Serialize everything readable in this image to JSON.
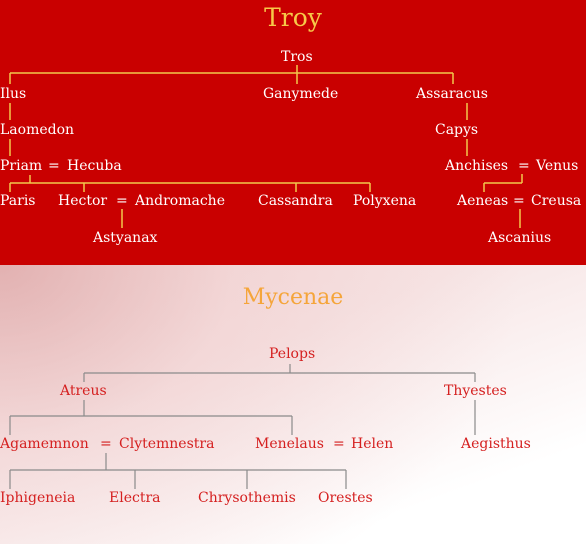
{
  "troy": {
    "title": "Troy",
    "people": {
      "tros": "Tros",
      "ilus": "Ilus",
      "ganymede": "Ganymede",
      "assaracus": "Assaracus",
      "laomedon": "Laomedon",
      "capys": "Capys",
      "priam": "Priam",
      "hecuba": "Hecuba",
      "anchises": "Anchises",
      "venus": "Venus",
      "paris": "Paris",
      "hector": "Hector",
      "andromache": "Andromache",
      "cassandra": "Cassandra",
      "polyxena": "Polyxena",
      "aeneas": "Aeneas",
      "creusa": "Creusa",
      "astyanax": "Astyanax",
      "ascanius": "Ascanius"
    },
    "marriage_sign": "=",
    "colors": {
      "background": "#c90000",
      "text": "#ffffff",
      "title": "#f7c948",
      "lines": "#f2c94c"
    }
  },
  "mycenae": {
    "title": "Mycenae",
    "people": {
      "pelops": "Pelops",
      "atreus": "Atreus",
      "thyestes": "Thyestes",
      "agamemnon": "Agamemnon",
      "clytemnestra": "Clytemnestra",
      "menelaus": "Menelaus",
      "helen": "Helen",
      "aegisthus": "Aegisthus",
      "iphigeneia": "Iphigeneia",
      "electra": "Electra",
      "chrysothemis": "Chrysothemis",
      "orestes": "Orestes"
    },
    "marriage_sign": "=",
    "colors": {
      "text": "#d52020",
      "title": "#f5a53a",
      "lines": "#8a8a8a"
    }
  }
}
